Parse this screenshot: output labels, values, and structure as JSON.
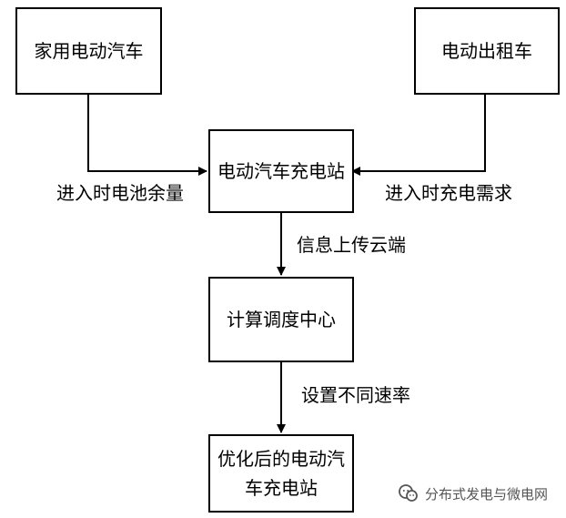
{
  "boxes": {
    "home_ev": "家用电动汽车",
    "electric_taxi": "电动出租车",
    "charging_station": "电动汽车充电站",
    "dispatch_center": "计算调度中心",
    "optimized_station_line1": "优化后的电动汽",
    "optimized_station_line2": "车充电站"
  },
  "edges": {
    "home_to_station": "进入时电池余量",
    "taxi_to_station": "进入时充电需求",
    "station_to_center": "信息上传云端",
    "center_to_optimized": "设置不同速率"
  },
  "watermark": {
    "text": "分布式发电与微电网",
    "icon": "wechat-chat-icon"
  },
  "colors": {
    "stroke": "#000000",
    "text": "#000000",
    "background": "#ffffff",
    "watermark": "#555555"
  }
}
